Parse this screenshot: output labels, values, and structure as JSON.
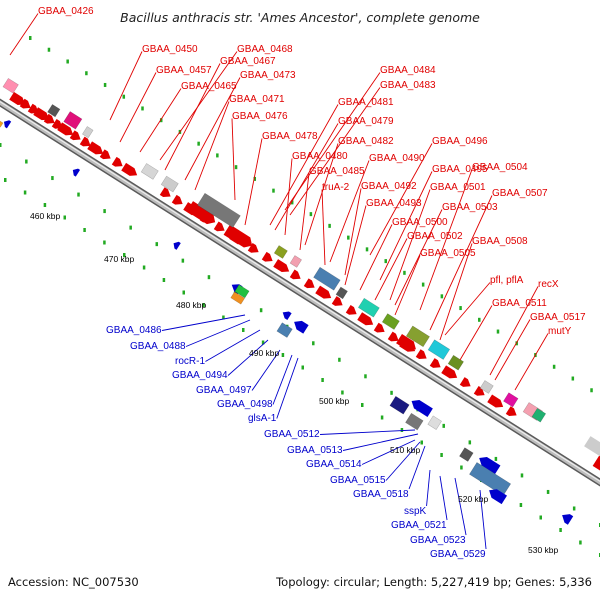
{
  "title": "Bacillus anthracis str. 'Ames Ancestor', complete genome",
  "footer": {
    "accession": "Accession: NC_007530",
    "summary": "Topology: circular; Length: 5,227,419 bp; Genes: 5,336"
  },
  "scale_labels": [
    "460 kbp",
    "470 kbp",
    "480 kbp",
    "490 kbp",
    "500 kbp",
    "510 kbp",
    "520 kbp",
    "530 kbp"
  ],
  "forward_genes": [
    "GBAA_0426",
    "GBAA_0450",
    "GBAA_0468",
    "GBAA_0467",
    "GBAA_0457",
    "GBAA_0473",
    "GBAA_0465",
    "GBAA_0471",
    "GBAA_0476",
    "GBAA_0484",
    "GBAA_0483",
    "GBAA_0481",
    "GBAA_0479",
    "GBAA_0478",
    "GBAA_0482",
    "GBAA_0496",
    "GBAA_0480",
    "GBAA_0490",
    "GBAA_0495",
    "GBAA_0504",
    "GBAA_0485",
    "truA-2",
    "GBAA_0492",
    "GBAA_0501",
    "GBAA_0507",
    "GBAA_0493",
    "GBAA_0503",
    "GBAA_0500",
    "GBAA_0502",
    "GBAA_0508",
    "GBAA_0505",
    "pfl, pflA",
    "recX",
    "GBAA_0511",
    "GBAA_0517",
    "mutY"
  ],
  "reverse_genes": [
    "GBAA_0486",
    "GBAA_0488",
    "rocR-1",
    "GBAA_0494",
    "GBAA_0497",
    "GBAA_0498",
    "glsA-1",
    "GBAA_0512",
    "GBAA_0513",
    "GBAA_0514",
    "GBAA_0515",
    "GBAA_0518",
    "sspK",
    "GBAA_0521",
    "GBAA_0523",
    "GBAA_0529"
  ],
  "colors": {
    "forward": "#e00000",
    "reverse": "#0000cc",
    "backbone": "#8a8a8a",
    "tick": "#22aa22"
  }
}
